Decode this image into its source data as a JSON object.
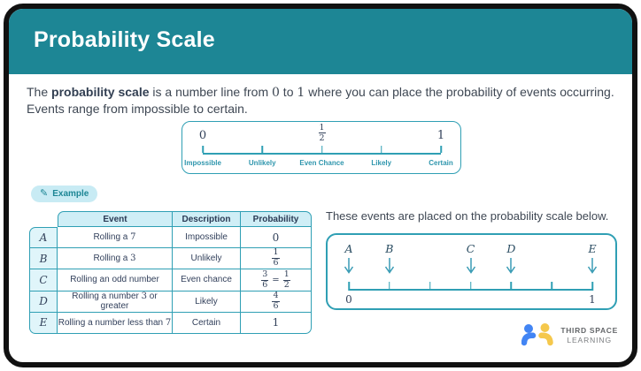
{
  "colors": {
    "header_teal": "#1d8695",
    "line_teal": "#2f9fb4",
    "label_teal": "#2f96ad",
    "table_header_fill": "#cfeef6",
    "letter_column_fill": "#e0f5fa",
    "badge_fill": "#c8ebf4",
    "math_navy": "#32415a",
    "body_text": "#3e4753",
    "logo_blue": "#4285f4",
    "logo_yellow": "#f5c84c"
  },
  "icons": {
    "pencil": "✎"
  },
  "header": {
    "title": "Probability Scale"
  },
  "intro": {
    "seg1": "The ",
    "seg_bold": "probability scale",
    "seg2": " is a number line from ",
    "num_zero": "0",
    "seg3": " to ",
    "num_one": "1",
    "seg4": " where you can place the probability of events occurring.",
    "line2": "Events range from impossible to certain."
  },
  "scale1": {
    "left_value": "0",
    "mid_fraction": {
      "numerator": "1",
      "denominator": "2"
    },
    "right_value": "1",
    "value_lefts": [
      "0%",
      "50%",
      "100%"
    ],
    "tick_lefts": [
      "0%",
      "25%",
      "50%",
      "75%",
      "100%"
    ],
    "labels": [
      {
        "text": "Impossible",
        "left": "0%"
      },
      {
        "text": "Unlikely",
        "left": "25%"
      },
      {
        "text": "Even Chance",
        "left": "50%"
      },
      {
        "text": "Likely",
        "left": "75%"
      },
      {
        "text": "Certain",
        "left": "100%"
      }
    ]
  },
  "example": {
    "label": "Example"
  },
  "table": {
    "headers": {
      "event": "Event",
      "description": "Description",
      "probability": "Probability"
    },
    "rows": [
      {
        "letter": "A",
        "event_pre": "Rolling a ",
        "event_num": "7",
        "event_post": "",
        "description": "Impossible",
        "prob": "0"
      },
      {
        "letter": "B",
        "event_pre": "Rolling a ",
        "event_num": "3",
        "event_post": "",
        "description": "Unlikely",
        "prob_num": "1",
        "prob_den": "6"
      },
      {
        "letter": "C",
        "event_pre": "Rolling an odd number",
        "description": "Even chance",
        "prob_num1": "3",
        "prob_den1": "6",
        "prob_eq": "=",
        "prob_num2": "1",
        "prob_den2": "2"
      },
      {
        "letter": "D",
        "event_pre": "Rolling a number ",
        "event_num": "3",
        "event_post": " or greater",
        "description": "Likely",
        "prob_num": "4",
        "prob_den": "6"
      },
      {
        "letter": "E",
        "event_pre": "Rolling a number less than ",
        "event_num": "7",
        "event_post": "",
        "description": "Certain",
        "prob": "1"
      }
    ]
  },
  "placement": {
    "sentence": "These events are placed on the probability scale below."
  },
  "scale2": {
    "left_value": "0",
    "right_value": "1",
    "endpoint_lefts": [
      "0%",
      "100%"
    ],
    "tick_lefts": [
      "0%",
      "16.667%",
      "33.333%",
      "50%",
      "66.667%",
      "83.333%",
      "100%"
    ],
    "arrows": [
      {
        "label": "A",
        "left": "0%"
      },
      {
        "label": "B",
        "left": "16.667%"
      },
      {
        "label": "C",
        "left": "50%"
      },
      {
        "label": "D",
        "left": "66.667%"
      },
      {
        "label": "E",
        "left": "100%"
      }
    ]
  },
  "logo": {
    "line1": "THIRD SPACE",
    "line2": "LEARNING"
  },
  "chart_data": [
    {
      "type": "number_line",
      "title": "Probability scale 0 to 1",
      "range": [
        0,
        1
      ],
      "ticks": [
        0,
        0.25,
        0.5,
        0.75,
        1
      ],
      "tick_labels": [
        "Impossible",
        "Unlikely",
        "Even Chance",
        "Likely",
        "Certain"
      ],
      "marked_values": [
        "0",
        "1/2",
        "1"
      ]
    },
    {
      "type": "number_line",
      "title": "Events placed on the probability scale",
      "range": [
        0,
        1
      ],
      "ticks": [
        0,
        0.1667,
        0.3333,
        0.5,
        0.6667,
        0.8333,
        1
      ],
      "points": [
        {
          "label": "A",
          "value": 0
        },
        {
          "label": "B",
          "value": 0.1667
        },
        {
          "label": "C",
          "value": 0.5
        },
        {
          "label": "D",
          "value": 0.6667
        },
        {
          "label": "E",
          "value": 1
        }
      ]
    }
  ]
}
